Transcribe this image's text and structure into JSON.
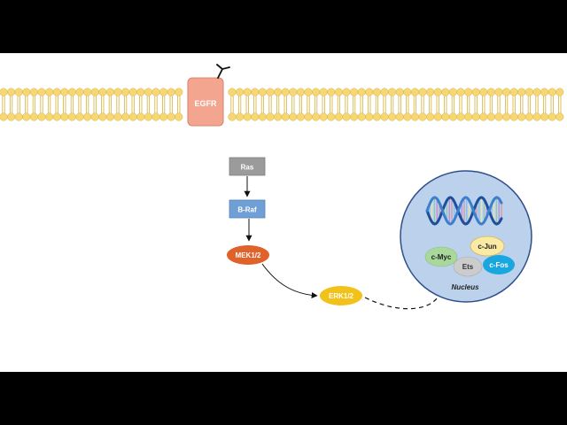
{
  "diagram": {
    "receptor": {
      "label": "EGFR"
    },
    "cascade": {
      "ras": "Ras",
      "braf": "B-Raf",
      "mek": "MEK1/2",
      "erk": "ERK1/2"
    },
    "nucleus": {
      "label": "Nucleus",
      "transcription_factors": {
        "cmyc": "c-Myc",
        "cjun": "c-Jun",
        "ets": "Ets",
        "cfos": "c-Fos"
      }
    },
    "colors": {
      "letterbox": "#000000",
      "background": "#ffffff",
      "lipid_head": "#f7d774",
      "lipid_head_stroke": "#d8b445",
      "lipid_tail": "#d9b84e",
      "egfr": "#f4a58f",
      "ras": "#9b9b9b",
      "braf": "#6f9fd4",
      "mek": "#e0612a",
      "erk": "#f2c21a",
      "nucleus_fill": "#bcd2ec",
      "nucleus_stroke": "#2f4f8a",
      "cmyc": "#a8d89a",
      "cjun": "#fbeaa4",
      "ets": "#cccccc",
      "cfos": "#1aa7e0"
    }
  }
}
